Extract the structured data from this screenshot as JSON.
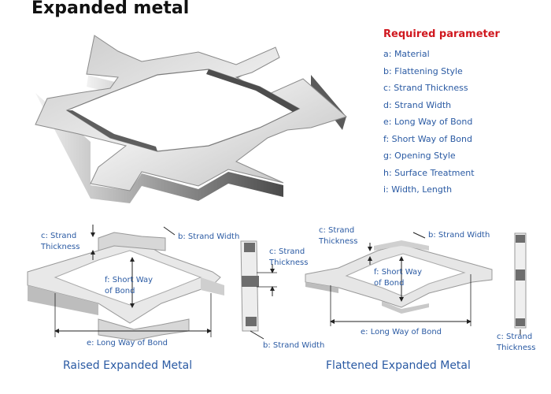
{
  "title": "Expanded metal",
  "parameters": {
    "heading": "Required parameter",
    "items": [
      "a: Material",
      "b: Flattening Style",
      "c: Strand Thickness",
      "d: Strand Width",
      "e: Long Way of Bond",
      "f: Short Way of Bond",
      "g: Opening Style",
      "h: Surface Treatment",
      "i: Width, Length"
    ]
  },
  "raised": {
    "caption": "Raised Expanded Metal",
    "strand_thickness_1": "c: Strand",
    "strand_thickness_2": "Thickness",
    "strand_width": "b: Strand Width",
    "short_way_1": "f: Short Way",
    "short_way_2": "of Bond",
    "long_way": "e: Long Way of Bond",
    "section_thickness_1": "c: Strand",
    "section_thickness_2": "Thickness",
    "section_width": "b: Strand Width"
  },
  "flattened": {
    "caption": "Flattened Expanded Metal",
    "strand_thickness_1": "c: Strand",
    "strand_thickness_2": "Thickness",
    "strand_width": "b: Strand Width",
    "short_way_1": "f: Short Way",
    "short_way_2": "of Bond",
    "long_way": "e: Long Way of Bond",
    "section_thickness_1": "c: Strand",
    "section_thickness_2": "Thickness"
  },
  "colors": {
    "title": "#111111",
    "heading": "#d0181f",
    "label": "#2a5aa3",
    "metal_light": "#e2e2e2",
    "metal_dark": "#6e6e6e"
  }
}
